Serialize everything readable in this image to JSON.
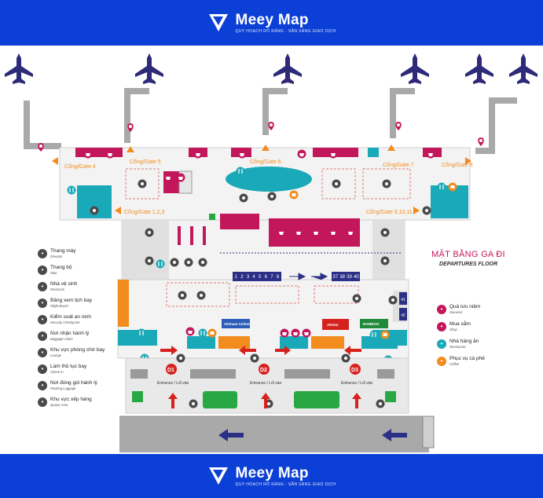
{
  "brand": {
    "name": "Meey Map",
    "tagline": "QUY HOẠCH RÕ RÀNG - SẴN SÀNG GIAO DỊCH"
  },
  "floor": {
    "title_vi": "MẶT BẰNG GA ĐI",
    "title_en": "DEPARTURES FLOOR"
  },
  "gates": {
    "g4": "Cổng/Gate 4",
    "g5": "Cổng/Gate 5",
    "g6": "Cổng/Gate 6",
    "g7": "Cổng/Gate 7",
    "g8": "Cổng/Gate 8",
    "g123": "Cổng/Gate 1,2,3",
    "g91011": "Cổng/Gate 9,10,11"
  },
  "checkin_numbers": [
    "1",
    "2",
    "3",
    "4",
    "5",
    "6",
    "7",
    "8"
  ],
  "checkin_numbers_right": [
    "37",
    "38",
    "39",
    "40"
  ],
  "side_numbers": [
    "41",
    "42"
  ],
  "doors": [
    "D1",
    "D2",
    "D3"
  ],
  "entrance": "Entrance / Lối vào",
  "airlines": {
    "vietnam": "Vietnam Airlines",
    "jetstar": "Jetstar",
    "bamboo": "BAMBOO"
  },
  "legend": [
    {
      "vi": "Thang máy",
      "en": "Elevator",
      "icon": "elevator-icon"
    },
    {
      "vi": "Thang bộ",
      "en": "Stair",
      "icon": "stair-icon"
    },
    {
      "vi": "Nhà vệ sinh",
      "en": "Restroom",
      "icon": "restroom-icon"
    },
    {
      "vi": "Bảng xem lịch bay",
      "en": "Flight Board",
      "icon": "flight-board-icon"
    },
    {
      "vi": "Kiểm soát an ninh",
      "en": "Security Checkpoint",
      "icon": "security-icon"
    },
    {
      "vi": "Nơi nhận hành lý",
      "en": "Baggage Claim",
      "icon": "baggage-icon"
    },
    {
      "vi": "Khu vực phòng chờ bay",
      "en": "Lounge",
      "icon": "lounge-icon"
    },
    {
      "vi": "Làm thủ tục bay",
      "en": "Check-in",
      "icon": "checkin-icon"
    },
    {
      "vi": "Nơi đóng gói hành lý",
      "en": "Packing Luggage",
      "icon": "packing-icon"
    },
    {
      "vi": "Khu vực xếp hàng",
      "en": "Queue Area",
      "icon": "queue-icon"
    }
  ],
  "legend2": [
    {
      "vi": "Quà lưu niệm",
      "en": "Souvenir",
      "color": "#c2185b",
      "icon": "souvenir-icon"
    },
    {
      "vi": "Mua sắm",
      "en": "Shop",
      "color": "#c2185b",
      "icon": "shop-icon"
    },
    {
      "vi": "Nhà hàng ăn",
      "en": "Restaurant",
      "color": "#1aa9b8",
      "icon": "restaurant-icon"
    },
    {
      "vi": "Phục vụ cà phê",
      "en": "Coffee",
      "color": "#f28c1e",
      "icon": "coffee-icon"
    }
  ],
  "colors": {
    "banner": "#0b3fd6",
    "plane": "#2e2a7a",
    "teal": "#1aa9b8",
    "magenta": "#c2185b",
    "orange": "#f28c1e",
    "green": "#27a844",
    "navy": "#2b2f86",
    "road": "#a9a9a9"
  }
}
